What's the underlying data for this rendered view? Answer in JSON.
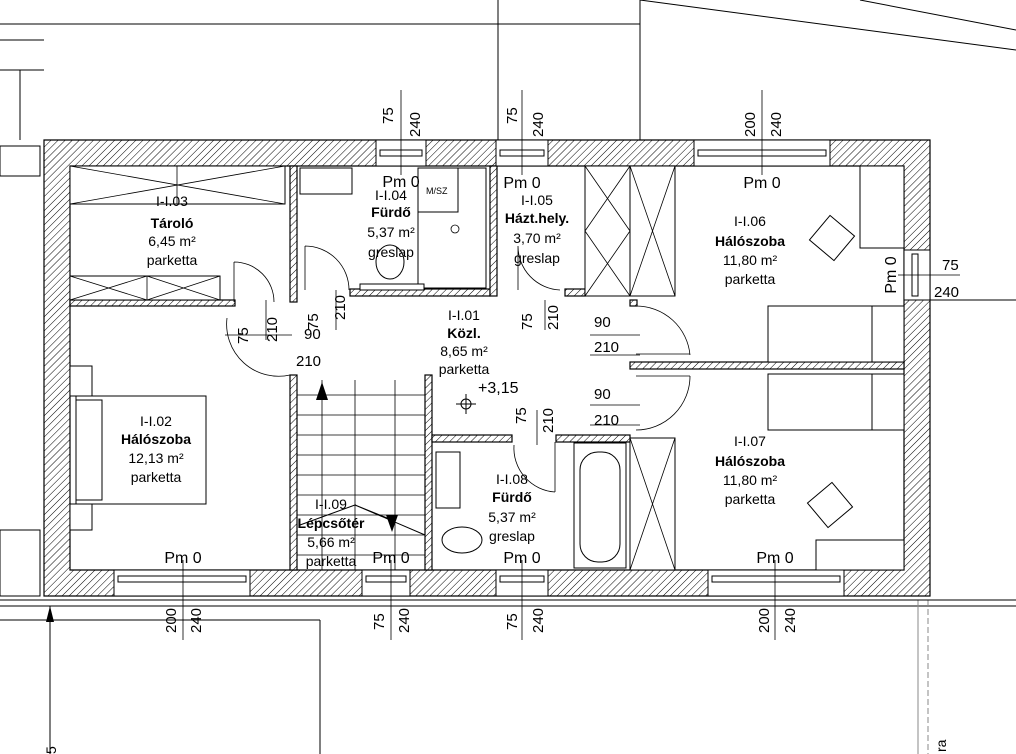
{
  "rooms": [
    {
      "id": "I-I.01",
      "name": "Közl.",
      "area": "8,65 m²",
      "floor": "parketta"
    },
    {
      "id": "I-I.02",
      "name": "Hálószoba",
      "area": "12,13 m²",
      "floor": "parketta"
    },
    {
      "id": "I-I.03",
      "name": "Tároló",
      "area": "6,45 m²",
      "floor": "parketta"
    },
    {
      "id": "I-I.04",
      "name": "Fürdő",
      "area": "5,37 m²",
      "floor": "greslap"
    },
    {
      "id": "I-I.05",
      "name": "Házt.hely.",
      "area": "3,70 m²",
      "floor": "greslap"
    },
    {
      "id": "I-I.06",
      "name": "Hálószoba",
      "area": "11,80 m²",
      "floor": "parketta"
    },
    {
      "id": "I-I.07",
      "name": "Hálószoba",
      "area": "11,80 m²",
      "floor": "parketta"
    },
    {
      "id": "I-I.08",
      "name": "Fürdő",
      "area": "5,37 m²",
      "floor": "greslap"
    },
    {
      "id": "I-I.09",
      "name": "Lépcsőtér",
      "area": "5,66 m²",
      "floor": "parketta"
    }
  ],
  "level_mark": "+3,15",
  "fixture_label": "M/SZ",
  "window_parapet": "Pm 0",
  "windows": {
    "top": [
      {
        "width": "75",
        "height": "240"
      },
      {
        "width": "75",
        "height": "240"
      },
      {
        "width": "200",
        "height": "240"
      }
    ],
    "bottom": [
      {
        "width": "200",
        "height": "240"
      },
      {
        "width": "75",
        "height": "240"
      },
      {
        "width": "75",
        "height": "240"
      },
      {
        "width": "200",
        "height": "240"
      }
    ],
    "right": {
      "width": "75",
      "height": "240"
    }
  },
  "doors": {
    "taroló": {
      "width": "75",
      "height": "210"
    },
    "furdo_04": {
      "width": "75",
      "height": "210"
    },
    "halo_02_w": "90",
    "halo_02_h": "210",
    "haztar": {
      "width": "75",
      "height": "210"
    },
    "halo_06_w": "90",
    "halo_06_h": "210",
    "halo_07_w": "90",
    "halo_07_h": "210",
    "furdo_08": {
      "width": "75",
      "height": "210"
    }
  },
  "edge_labels": {
    "bottom_right": "ra",
    "bottom_left": "5"
  }
}
